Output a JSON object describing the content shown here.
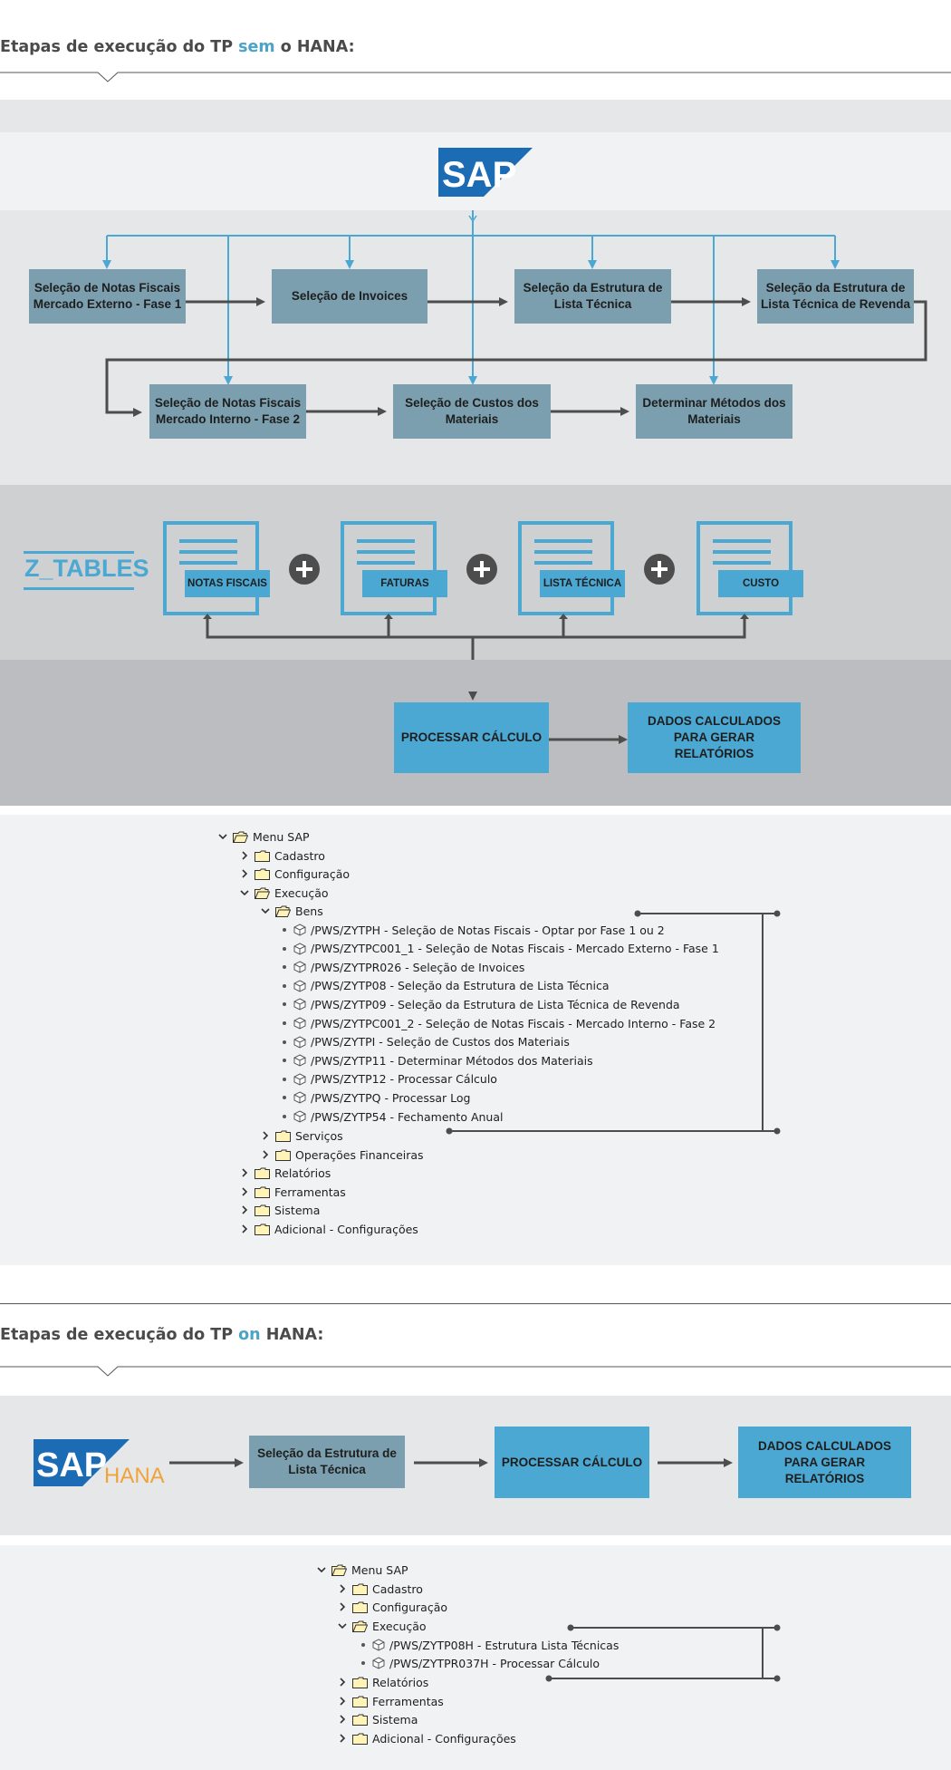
{
  "section1": {
    "heading_pre": "Etapas de execução do TP ",
    "heading_hl": "sem",
    "heading_post": " o HANA:",
    "logo_text": "SAP",
    "steps": [
      "Seleção de Notas Fiscais Mercado Externo - Fase 1",
      "Seleção de Invoices",
      "Seleção da Estrutura de Lista Técnica",
      "Seleção da Estrutura de Lista Técnica de Revenda",
      "Seleção de Notas Fiscais Mercado Interno - Fase 2",
      "Seleção de Custos dos Materiais",
      "Determinar Métodos dos Materiais"
    ],
    "ztables": "Z_TABLES",
    "tables": [
      "NOTAS FISCAIS",
      "FATURAS",
      "LISTA TÉCNICA",
      "CUSTO"
    ],
    "process": "PROCESSAR CÁLCULO",
    "output": "DADOS CALCULADOS PARA GERAR RELATÓRIOS"
  },
  "menu1": {
    "root": "Menu SAP",
    "items": [
      "Cadastro",
      "Configuração",
      "Execução"
    ],
    "sub": "Bens",
    "transactions": [
      "/PWS/ZYTPH - Seleção de Notas Fiscais - Optar por Fase 1 ou 2",
      "/PWS/ZYTPC001_1 - Seleção de Notas Fiscais - Mercado Externo - Fase 1",
      "/PWS/ZYTPR026 - Seleção de Invoices",
      "/PWS/ZYTP08 - Seleção da Estrutura de Lista Técnica",
      "/PWS/ZYTP09 - Seleção da Estrutura de Lista Técnica de Revenda",
      "/PWS/ZYTPC001_2 - Seleção de Notas Fiscais - Mercado Interno - Fase 2",
      "/PWS/ZYTPI - Seleção de Custos dos Materiais",
      "/PWS/ZYTP11 - Determinar Métodos dos Materiais",
      "/PWS/ZYTP12 - Processar Cálculo",
      "/PWS/ZYTPQ - Processar Log",
      "/PWS/ZYTP54 - Fechamento Anual"
    ],
    "sub_after": [
      "Serviços",
      "Operações Financeiras"
    ],
    "after": [
      "Relatórios",
      "Ferramentas",
      "Sistema",
      "Adicional - Configurações"
    ]
  },
  "section2": {
    "heading_pre": "Etapas de execução do TP ",
    "heading_hl": "on",
    "heading_post": " HANA:",
    "logo_sap": "SAP",
    "logo_hana": "HANA",
    "step": "Seleção da Estrutura de Lista Técnica",
    "process": "PROCESSAR CÁLCULO",
    "output": "DADOS CALCULADOS PARA GERAR RELATÓRIOS"
  },
  "menu2": {
    "root": "Menu SAP",
    "items": [
      "Cadastro",
      "Configuração",
      "Execução"
    ],
    "transactions": [
      "/PWS/ZYTP08H - Estrutura Lista Técnicas",
      "/PWS/ZYTPR037H - Processar Cálculo"
    ],
    "after": [
      "Relatórios",
      "Ferramentas",
      "Sistema",
      "Adicional - Configurações"
    ]
  },
  "colors": {
    "accent": "#4ba8d3",
    "box_gray": "#7b9fae",
    "band_light": "#e6e7e9",
    "band_mid": "#cfd0d2",
    "band_dark": "#bcbdc0"
  }
}
